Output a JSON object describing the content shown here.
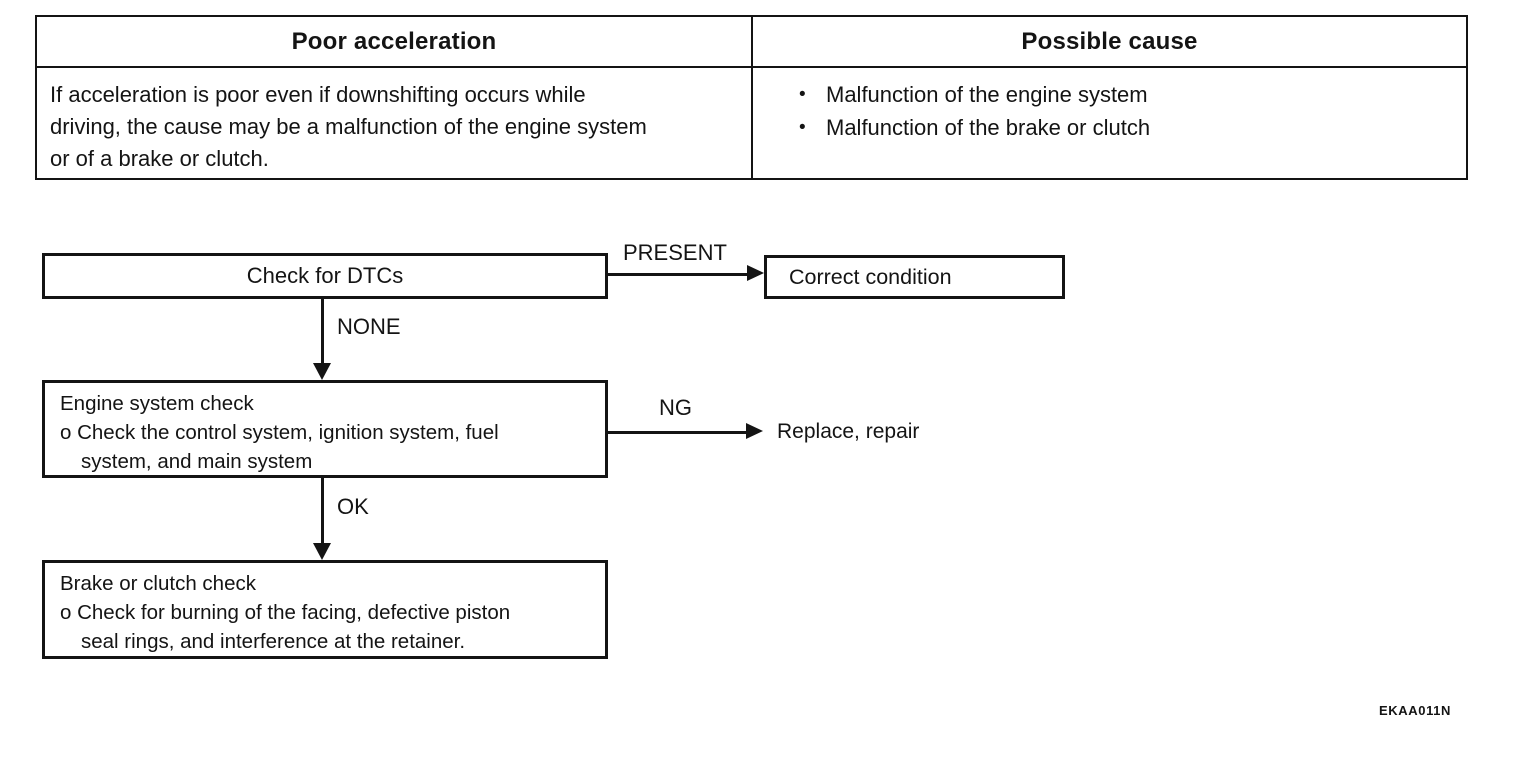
{
  "table": {
    "headers": [
      "Poor acceleration",
      "Possible cause"
    ],
    "symptom_text": "If acceleration is poor even if downshifting occurs while driving, the cause may be a malfunction of the engine system or of a brake or clutch.",
    "bullet": "•",
    "causes": [
      "Malfunction of the engine system",
      "Malfunction of the brake or clutch"
    ]
  },
  "flowchart": {
    "check_dtcs_label": "Check for DTCs",
    "present_label": "PRESENT",
    "correct_condition_label": "Correct condition",
    "none_label": "NONE",
    "engine_check": {
      "lines": [
        "Engine system check",
        "o Check the control system, ignition system, fuel",
        "system, and main system"
      ]
    },
    "ng_label": "NG",
    "replace_repair_label": "Replace, repair",
    "ok_label": "OK",
    "brake_check": {
      "lines": [
        "Brake or clutch check",
        "o Check for burning of the facing, defective piston",
        "seal rings, and interference at the retainer."
      ]
    }
  },
  "figure_code": "EKAA011N",
  "colors": {
    "ink": "#141414",
    "paper": "#ffffff"
  }
}
